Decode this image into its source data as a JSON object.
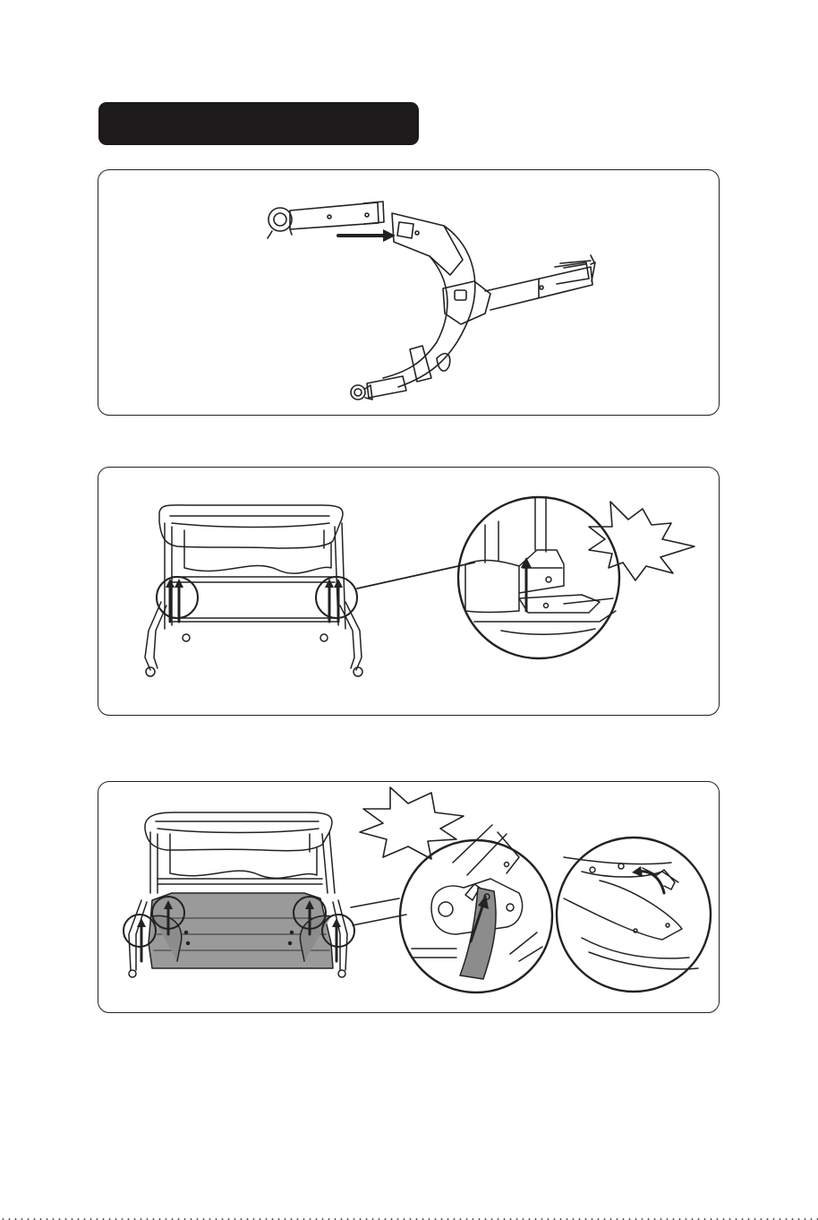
{
  "page": {
    "title_bar": {
      "text": "",
      "color": "#1c1a1a"
    }
  },
  "steps": [
    {
      "id": 1,
      "illustration": "canopy-arc-frame-connect",
      "icons": [
        "arrow-right-icon"
      ]
    },
    {
      "id": 2,
      "illustration": "bassinet-leg-lock-insert",
      "icons": [
        "arrow-up-icon",
        "click-burst-icon",
        "magnify-circle-icon"
      ]
    },
    {
      "id": 3,
      "illustration": "bassinet-base-tray-attach",
      "icons": [
        "arrow-up-icon",
        "click-burst-icon",
        "magnify-circle-icon",
        "curved-arrow-icon"
      ]
    }
  ],
  "colors": {
    "line": "#222222",
    "highlight": "#8c8c8c",
    "tray": "#9a9a9a"
  }
}
